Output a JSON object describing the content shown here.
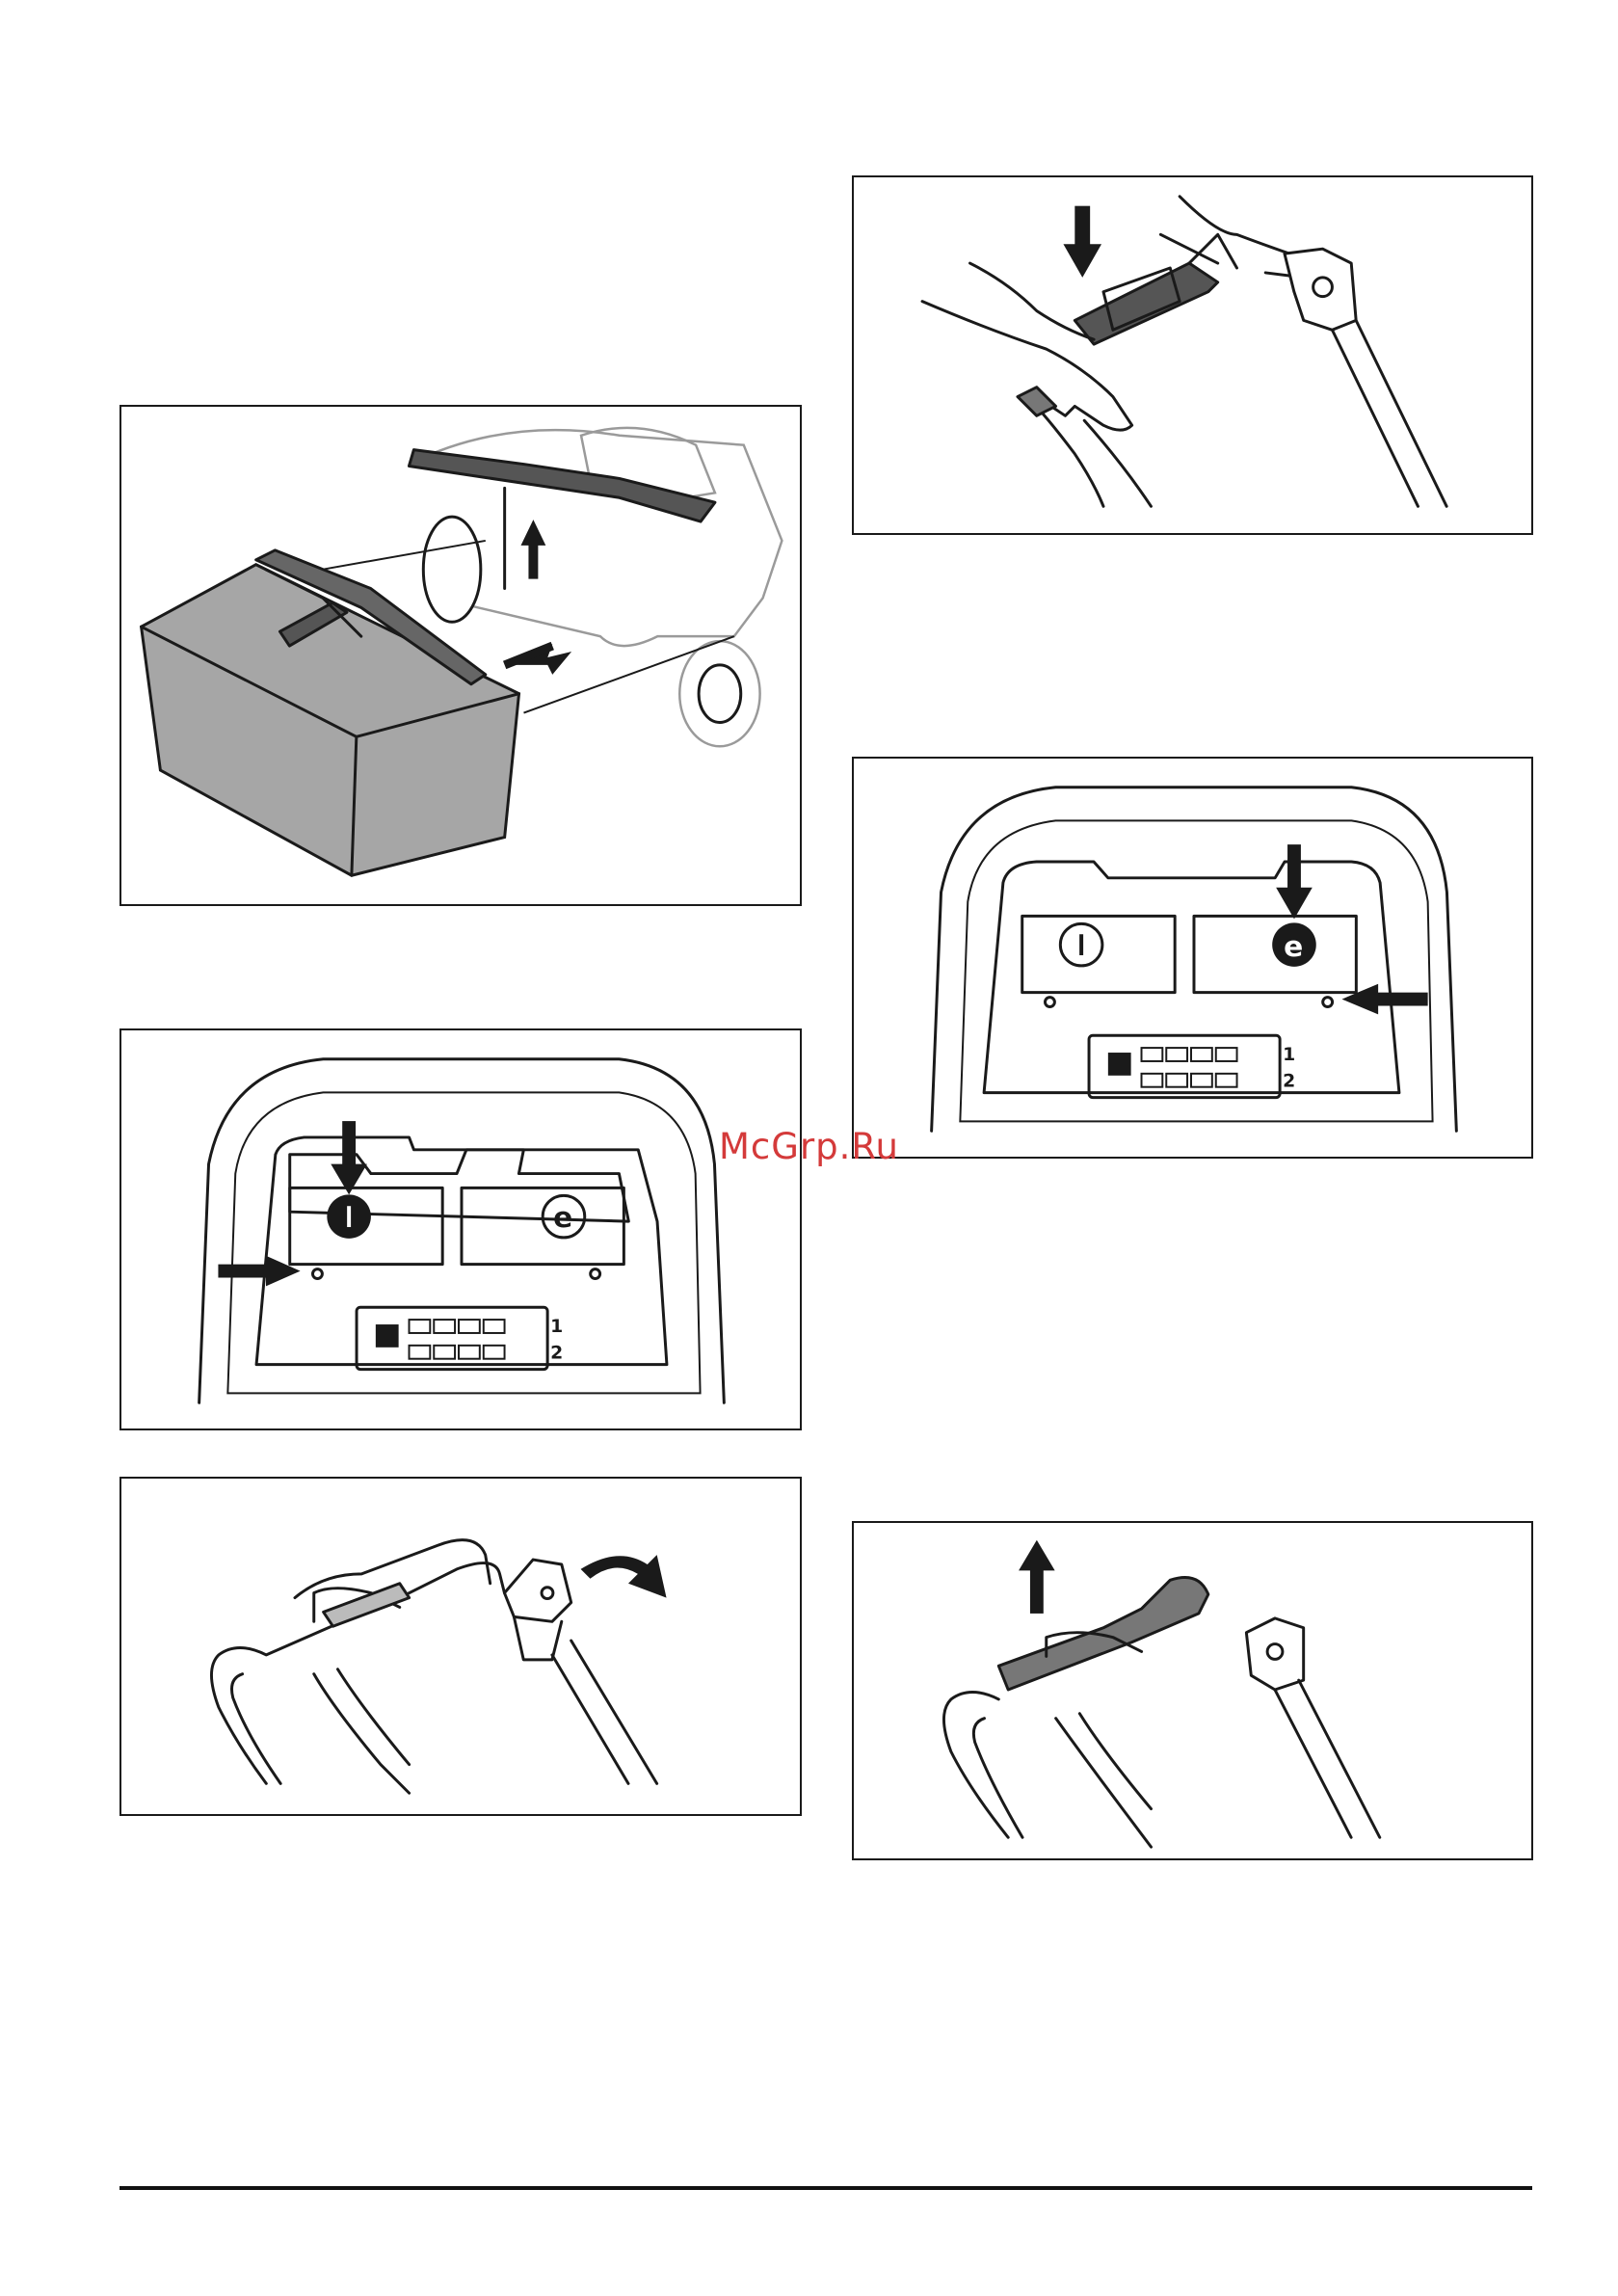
{
  "watermark": "McGrp.Ru",
  "figures": [
    {
      "id": "fig-grass-bag",
      "icon": "grass-bag-attach-illustration"
    },
    {
      "id": "fig-panel-power",
      "icon": "control-panel-power-illustration",
      "labels": [
        "1",
        "2"
      ]
    },
    {
      "id": "fig-handle-lever",
      "icon": "handle-lever-rotate-illustration"
    },
    {
      "id": "fig-hands-handle",
      "icon": "hands-press-handle-illustration"
    },
    {
      "id": "fig-panel-eco",
      "icon": "control-panel-eco-illustration",
      "labels": [
        "1",
        "2"
      ]
    },
    {
      "id": "fig-handle-lift",
      "icon": "handle-lift-illustration"
    }
  ]
}
